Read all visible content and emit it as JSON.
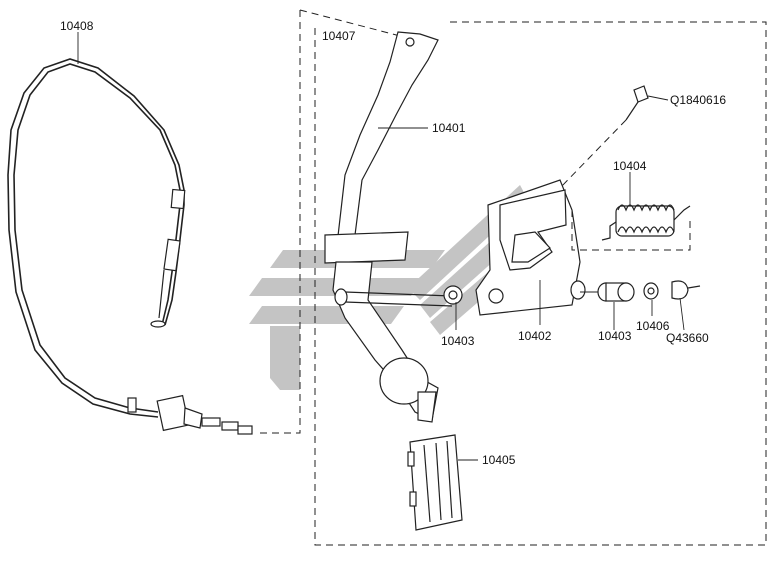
{
  "diagram": {
    "parts": [
      {
        "id": "cable",
        "label": "10408"
      },
      {
        "id": "bracket-top",
        "label": "10407"
      },
      {
        "id": "arm",
        "label": "10401"
      },
      {
        "id": "bolt",
        "label": "Q1840616"
      },
      {
        "id": "spring",
        "label": "10404"
      },
      {
        "id": "bracket",
        "label": "10402"
      },
      {
        "id": "bushing-left",
        "label": "10403"
      },
      {
        "id": "bushing-right",
        "label": "10403"
      },
      {
        "id": "washer",
        "label": "10406"
      },
      {
        "id": "clip",
        "label": "Q43660"
      },
      {
        "id": "pedal-pad",
        "label": "10405"
      }
    ],
    "colors": {
      "line": "#222222",
      "watermark": "#c4c4c4",
      "background": "#ffffff"
    }
  }
}
